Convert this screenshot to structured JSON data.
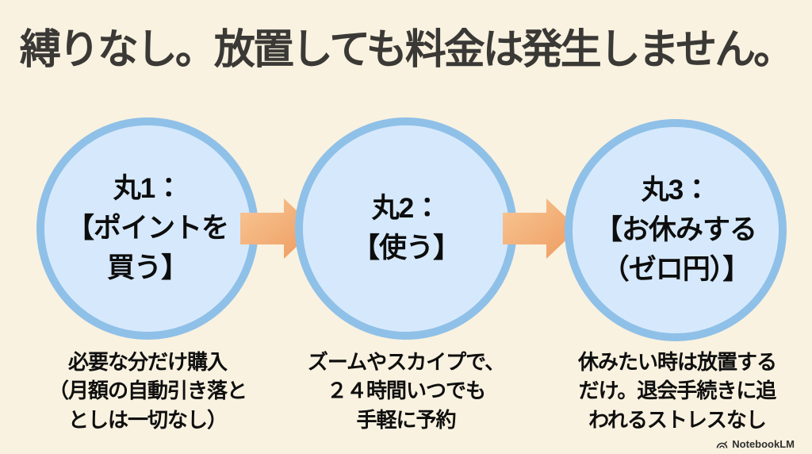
{
  "title": "縛りなし。放置しても料金は発生しません。",
  "colors": {
    "background": "#f9f2e0",
    "title_text": "#3b3936",
    "circle_fill": "#d6e9fc",
    "circle_border": "#8fc0e8",
    "arrow_light": "#f8c795",
    "arrow_dark": "#ee9a5e",
    "body_text": "#0f0f0f",
    "footer_text": "#2f2f2f"
  },
  "steps": [
    {
      "label": "丸1：\n【ポイントを\n買う】",
      "caption": "必要な分だけ購入\n（月額の自動引き落と\nとしは一切なし）"
    },
    {
      "label": "丸2：\n【使う】",
      "caption": "ズームやスカイプで、\n２４時間いつでも\n手軽に予約"
    },
    {
      "label": "丸3：\n【お休みする\n（ゼロ円）】",
      "caption": "休みたい時は放置する\nだけ。退会手続きに追\nわれるストレスなし"
    }
  ],
  "footer": {
    "brand": "NotebookLM",
    "icon": "notebooklm-logo-icon"
  }
}
